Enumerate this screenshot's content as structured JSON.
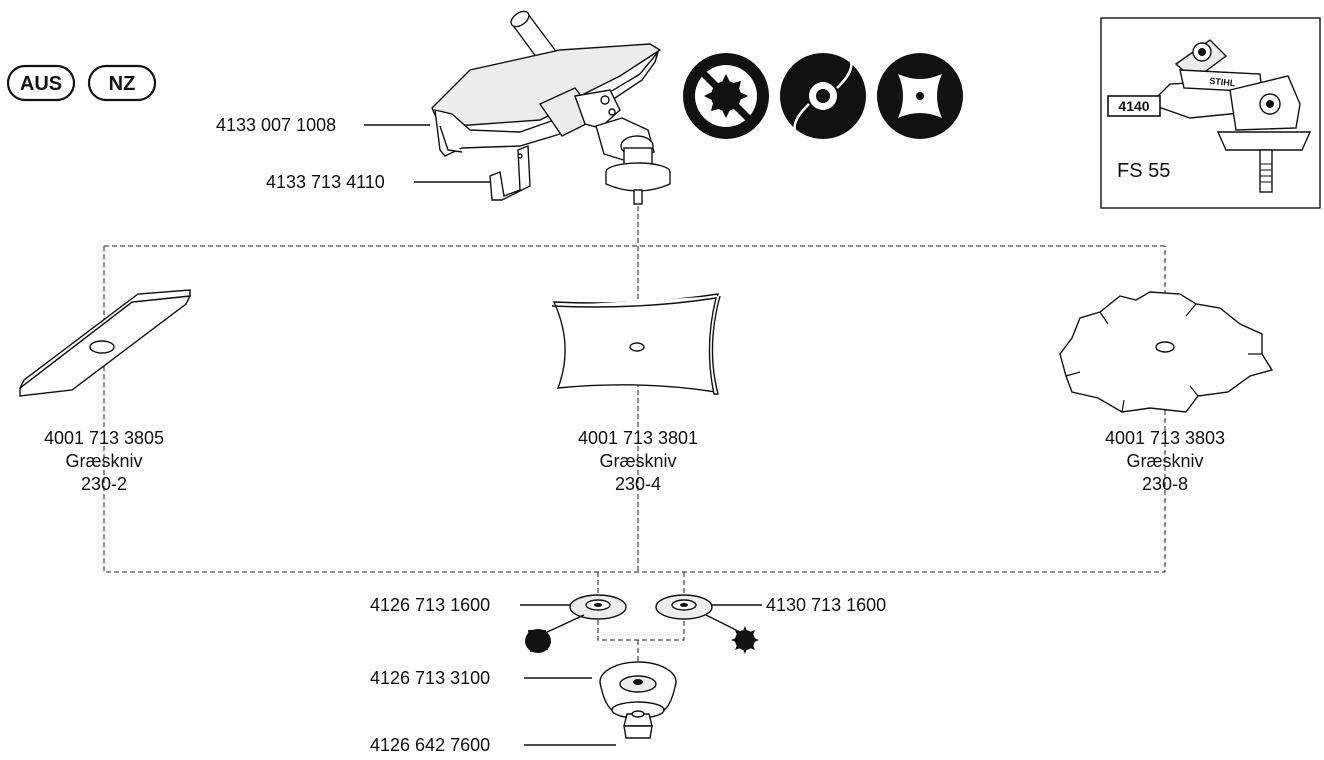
{
  "region_badges": [
    "AUS",
    "NZ"
  ],
  "inset": {
    "model": "FS 55",
    "tag": "4140",
    "brand": "STIHL"
  },
  "usage_icons": [
    "no-saw-blade-icon",
    "trimmer-line-icon",
    "grass-blade-icon"
  ],
  "parts": {
    "deflector": "4133 007 1008",
    "bracket": "4133 713 4110",
    "thrust_washer_round": "4126 713 1600",
    "thrust_washer_spline": "4130 713 1600",
    "thrust_plate": "4126 713 3100",
    "nut": "4126 642 7600"
  },
  "blades": [
    {
      "part_no": "4001 713 3805",
      "name": "Græskniv",
      "size": "230-2"
    },
    {
      "part_no": "4001 713 3801",
      "name": "Græskniv",
      "size": "230-4"
    },
    {
      "part_no": "4001 713 3803",
      "name": "Græskniv",
      "size": "230-8"
    }
  ]
}
